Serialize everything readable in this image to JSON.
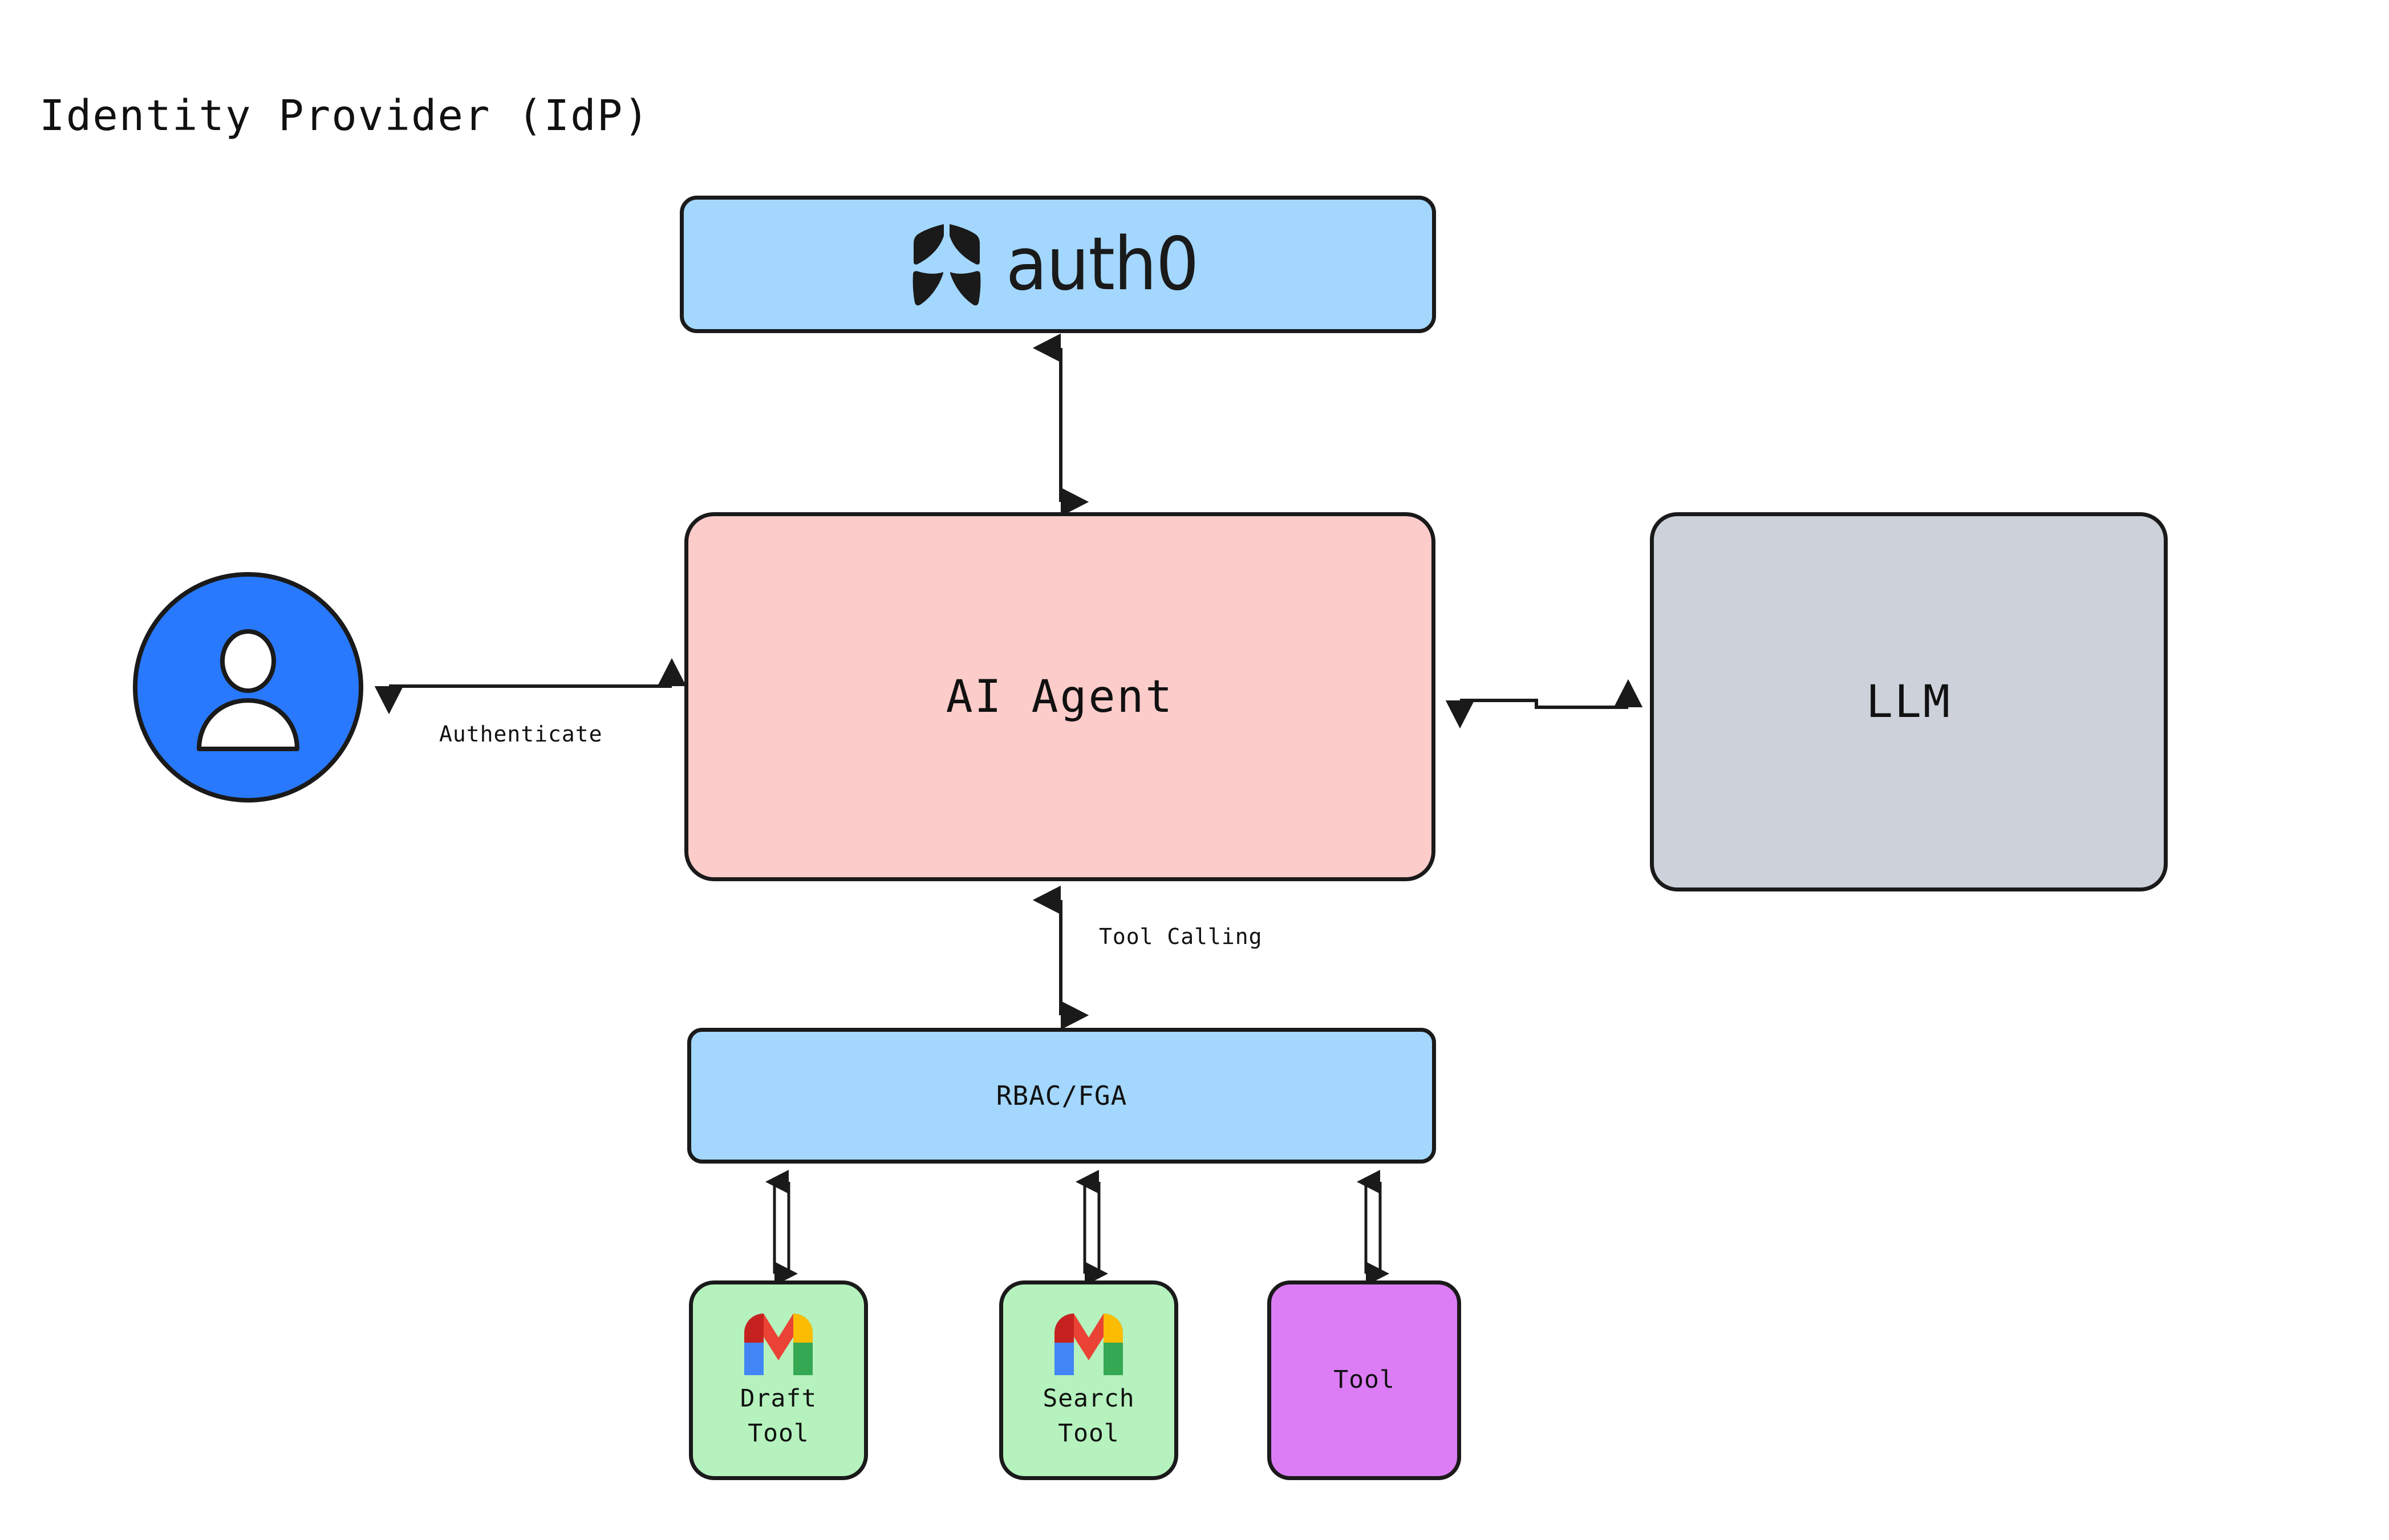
{
  "diagram": {
    "title": "Identity Provider (IdP)",
    "background_color": "#ffffff",
    "stroke_color": "#1a1a1a"
  },
  "nodes": {
    "idp": {
      "label": "auth0",
      "icon": "auth0-shield-icon",
      "fill": "#a3d7fe"
    },
    "agent": {
      "label": "AI Agent",
      "fill": "#fcccca"
    },
    "llm": {
      "label": "LLM",
      "fill": "#ccd1da"
    },
    "user": {
      "label": "user-avatar",
      "fill": "#2979ff",
      "glyph_fill": "#ffffff"
    },
    "rbac": {
      "label": "RBAC/FGA",
      "fill": "#a3d7fe"
    },
    "tools": [
      {
        "id": "draft-tool",
        "line1": "Draft",
        "line2": "Tool",
        "icon": "gmail-icon",
        "fill": "#b5f2bd"
      },
      {
        "id": "search-tool",
        "line1": "Search",
        "line2": "Tool",
        "icon": "gmail-icon",
        "fill": "#b5f2bd"
      },
      {
        "id": "generic-tool",
        "line1": "Tool",
        "line2": "",
        "icon": "",
        "fill": "#dc7df5"
      }
    ]
  },
  "edges": {
    "user_to_agent": {
      "label": "Authenticate",
      "direction": "bidirectional"
    },
    "agent_to_rbac": {
      "label": "Tool Calling",
      "direction": "bidirectional"
    },
    "agent_to_idp": {
      "label": "",
      "direction": "bidirectional"
    },
    "agent_to_llm": {
      "label": "",
      "direction": "bidirectional"
    },
    "rbac_to_draft_tool": {
      "label": "",
      "direction": "bidirectional"
    },
    "rbac_to_search_tool": {
      "label": "",
      "direction": "bidirectional"
    },
    "rbac_to_generic_tool": {
      "label": "",
      "direction": "bidirectional"
    }
  },
  "palette": {
    "light_blue": "#a3d7fe",
    "pink": "#fcccca",
    "gray": "#ccd1da",
    "green": "#b5f2bd",
    "purple": "#dc7df5",
    "user_blue": "#2979ff",
    "gmail_blue": "#4285f4",
    "gmail_red": "#ea4335",
    "gmail_dark_red": "#c5221f",
    "gmail_yellow": "#fbbc04",
    "gmail_green": "#34a853",
    "stroke": "#1a1a1a"
  }
}
